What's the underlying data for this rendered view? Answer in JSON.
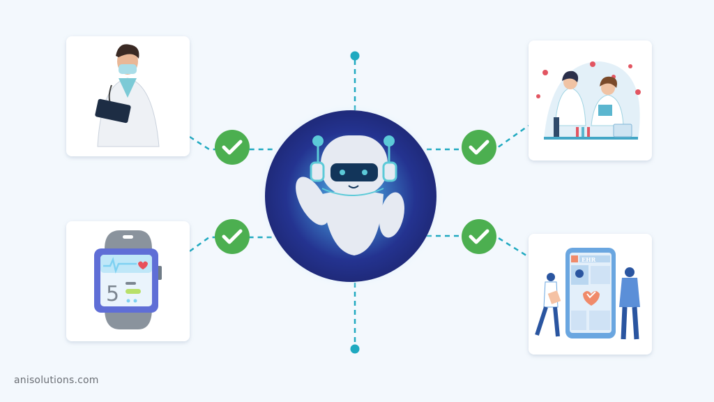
{
  "footer": {
    "brand": "anisolutions.com"
  },
  "colors": {
    "background": "#f3f8fd",
    "connector": "#1fa9c0",
    "check": "#4caf50",
    "hub_outer": "#1f2a7a",
    "hub_glow": "#4a9fd8",
    "robot_body": "#e6eaf2",
    "robot_accent": "#5ccad8",
    "robot_visor": "#12355a"
  },
  "hub": {
    "icon": "robot-assistant-icon"
  },
  "cards": [
    {
      "id": "doctor",
      "icon": "doctor-with-tablet-illustration",
      "status": "check"
    },
    {
      "id": "researchers",
      "icon": "lab-researchers-illustration",
      "status": "check"
    },
    {
      "id": "smartwatch",
      "icon": "health-smartwatch-illustration",
      "status": "check",
      "display_value": "5"
    },
    {
      "id": "ehr",
      "icon": "ehr-phone-illustration",
      "status": "check",
      "screen_label": "EHR"
    }
  ]
}
